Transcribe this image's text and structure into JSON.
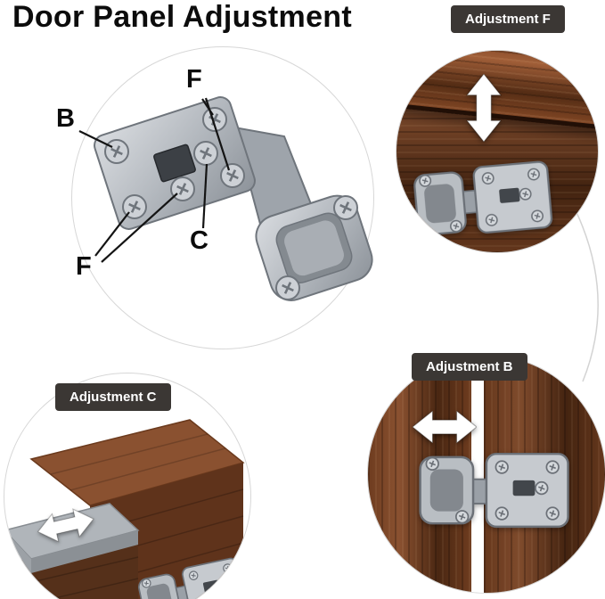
{
  "title": "Door Panel Adjustment",
  "hinge_overview": {
    "labels": {
      "b": "B",
      "f_top": "F",
      "c": "C",
      "f_bottom": "F"
    }
  },
  "callouts": {
    "f": {
      "label": "Adjustment F",
      "arrow_direction": "vertical"
    },
    "b": {
      "label": "Adjustment B",
      "arrow_direction": "horizontal"
    },
    "c": {
      "label": "Adjustment C",
      "arrow_direction": "horizontal"
    }
  },
  "colors": {
    "badge_bg": "#3b3734",
    "badge_text": "#ffffff",
    "label_text": "#0c0c0c",
    "circle_border": "#d7d7d7",
    "arrow_fill": "#ffffff",
    "wood_light": "#8a5130",
    "wood_mid": "#6e3c1f",
    "wood_dark": "#4a2712",
    "metal_light": "#d9dce0",
    "metal_mid": "#b4b9bf",
    "metal_dark": "#8d939a"
  }
}
